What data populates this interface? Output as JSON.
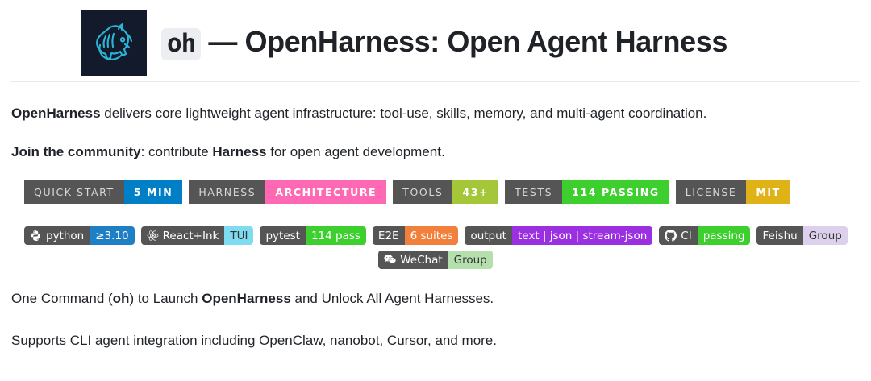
{
  "header": {
    "logo_alt": "openharness-horse-logo",
    "logo_bg": "#131a2b",
    "logo_fg": "#29b6d8",
    "code_token": "oh",
    "title_rest": "— OpenHarness: Open Agent Harness"
  },
  "paragraphs": {
    "p1_strong": "OpenHarness",
    "p1_rest": " delivers core lightweight agent infrastructure: tool-use, skills, memory, and multi-agent coordination.",
    "p2_strong": "Join the community",
    "p2_mid": ": contribute ",
    "p2_strong2": "Harness",
    "p2_rest": " for open agent development.",
    "p3_a": "One Command (",
    "p3_code": "oh",
    "p3_b": ") to Launch ",
    "p3_strong": "OpenHarness",
    "p3_c": " and Unlock All Agent Harnesses.",
    "p4": "Supports CLI agent integration including OpenClaw, nanobot, Cursor, and more."
  },
  "badges_flat": [
    {
      "label": "QUICK START",
      "value": "5 MIN",
      "label_color": "#555555",
      "value_color": "#007ec6"
    },
    {
      "label": "HARNESS",
      "value": "ARCHITECTURE",
      "label_color": "#555555",
      "value_color": "#ff69b4"
    },
    {
      "label": "TOOLS",
      "value": "43+",
      "label_color": "#555555",
      "value_color": "#a4c639"
    },
    {
      "label": "TESTS",
      "value": "114 PASSING",
      "label_color": "#555555",
      "value_color": "#3ccf2e"
    },
    {
      "label": "LICENSE",
      "value": "MIT",
      "label_color": "#555555",
      "value_color": "#dfb317"
    }
  ],
  "badges_round_row2": [
    {
      "icon": "python-icon",
      "label": "python",
      "value": "≥3.10",
      "value_color": "#1f7fc4",
      "value_text_color": "#ffffff"
    },
    {
      "icon": "react-icon",
      "label": "React+Ink",
      "value": "TUI",
      "value_color": "#7fdbf0",
      "value_text_color": "#333333"
    },
    {
      "icon": null,
      "label": "pytest",
      "value": "114 pass",
      "value_color": "#3ccf2e",
      "value_text_color": "#ffffff"
    },
    {
      "icon": null,
      "label": "E2E",
      "value": "6 suites",
      "value_color": "#f0803c",
      "value_text_color": "#ffffff"
    },
    {
      "icon": null,
      "label": "output",
      "value": "text | json | stream-json",
      "value_color": "#9b30e0",
      "value_text_color": "#ffffff"
    },
    {
      "icon": "github-icon",
      "label": "CI",
      "value": "passing",
      "value_color": "#3ccf2e",
      "value_text_color": "#ffffff"
    },
    {
      "icon": null,
      "label": "Feishu",
      "value": "Group",
      "value_color": "#ddd0ec",
      "value_text_color": "#333333"
    }
  ],
  "badges_round_row3": [
    {
      "icon": "wechat-icon",
      "label": "WeChat",
      "value": "Group",
      "value_color": "#b5dfac",
      "value_text_color": "#333333"
    }
  ]
}
